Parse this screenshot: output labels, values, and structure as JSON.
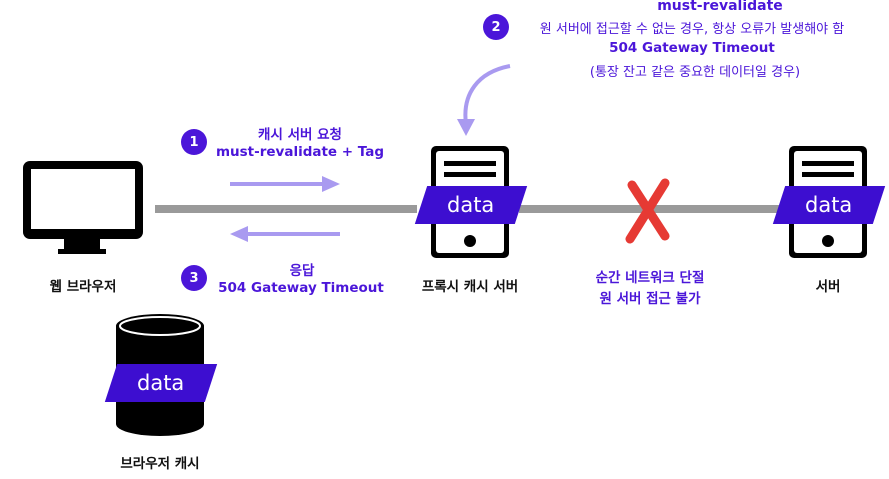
{
  "step2": {
    "number": "2",
    "title": "must-revalidate",
    "line1": "원 서버에 접근할 수 없는 경우, 항상 오류가 발생해야 함",
    "line2": "504 Gateway Timeout",
    "line3": "(통장 잔고 같은 중요한 데이터일 경우)"
  },
  "step1": {
    "number": "1",
    "line1": "캐시 서버 요청",
    "line2": "must-revalidate + Tag"
  },
  "step3": {
    "number": "3",
    "line1": "응답",
    "line2": "504 Gateway Timeout"
  },
  "nodes": {
    "browser": "웹 브라우저",
    "proxy": "프록시 캐시 서버",
    "origin": "서버",
    "browser_cache": "브라우저 캐시"
  },
  "network": {
    "line1": "순간 네트워크 단절",
    "line2": "원 서버 접근 불가"
  },
  "tags": {
    "proxy_data": "data",
    "origin_data": "data",
    "cache_data": "data"
  },
  "colors": {
    "accent": "#4b16d9",
    "tag": "#3d0ed0",
    "arrow": "#a99af0",
    "line": "#9a9a9a",
    "error": "#e63a34"
  }
}
